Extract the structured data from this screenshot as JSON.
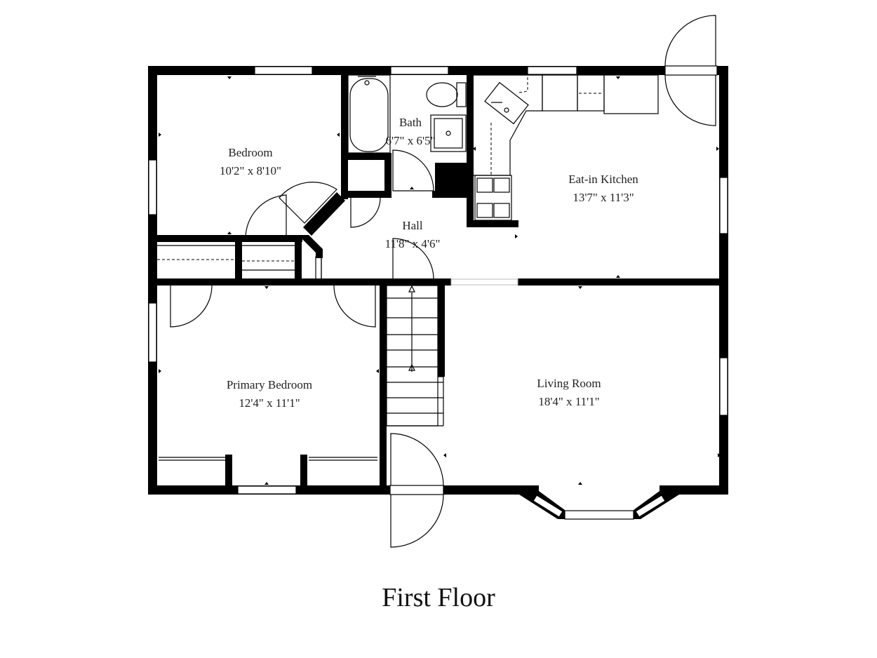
{
  "title": "First Floor",
  "rooms": [
    {
      "name": "Bedroom",
      "size": "10'2\" x 8'10\""
    },
    {
      "name": "Bath",
      "size": "6'7\" x 6'5\""
    },
    {
      "name": "Eat-in Kitchen",
      "size": "13'7\" x 11'3\""
    },
    {
      "name": "Hall",
      "size": "11'8\" x 4'6\""
    },
    {
      "name": "Primary Bedroom",
      "size": "12'4\" x 11'1\""
    },
    {
      "name": "Living Room",
      "size": "18'4\" x 11'1\""
    }
  ]
}
